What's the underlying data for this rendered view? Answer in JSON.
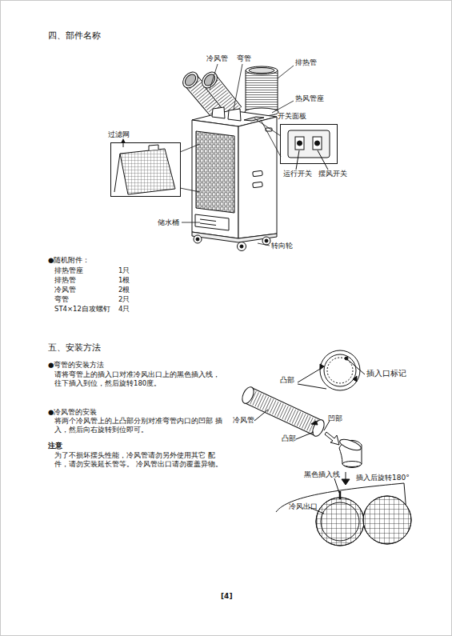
{
  "diagram": {
    "nodes": [
      {
        "text": [
          "开关面板"
        ]
      },
      {
        "text": [
          "过滤网"
        ]
      }
    ],
    "labels": [
      "四、部件名称",
      "冷风管",
      "弯管",
      "排热管",
      "热风管座",
      "运行开关",
      "摆风开关",
      "储水桶",
      "转向轮",
      "●随机附件：",
      "排热管座",
      "1只",
      "排热管",
      "1根",
      "冷风管",
      "2根",
      "弯管",
      "2只",
      "ST4×12自攻螺钉",
      "4只",
      "五、安装方法",
      "●弯管的安装方法",
      "请将弯管上的插入口对准冷风出口上的黑色插入线， 往下插入到位，然后旋转180度。",
      "●冷风管的安装",
      "将两个冷风管上的上凸部分别对准弯管内口的凹部 插入，然后向右旋转到位即可。",
      "注意",
      "为了不损坏摆头性能，冷风管请勿另外使用其它 配件，请勿安装延长管等。 冷风管出口请勿覆盖异物。",
      "凸部",
      "插入口标记",
      "冷风管",
      "凹部",
      "凸部",
      "黑色插入线",
      "插入后旋转180°",
      "冷风出口",
      "[4]"
    ]
  }
}
